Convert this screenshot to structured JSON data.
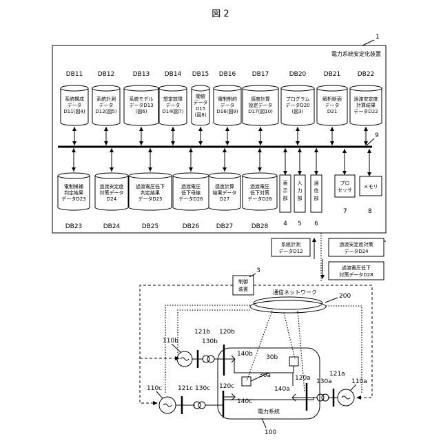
{
  "figure_title": "図 2",
  "device": {
    "ref": "1",
    "title": "電力系統安定化装置",
    "bus_ref": "9"
  },
  "top_dbs": [
    {
      "id": "DB11",
      "lines": [
        "系統構成",
        "データ",
        "D11(図4)"
      ]
    },
    {
      "id": "DB12",
      "lines": [
        "系統計測",
        "データ",
        "D12(図5)"
      ]
    },
    {
      "id": "DB13",
      "lines": [
        "系統モデル",
        "データD13",
        "(図6)"
      ]
    },
    {
      "id": "DB14",
      "lines": [
        "想定故障",
        "データ",
        "D14(図7)"
      ]
    },
    {
      "id": "DB15",
      "lines": [
        "閾値",
        "データ",
        "D15",
        "(図8)"
      ]
    },
    {
      "id": "DB16",
      "lines": [
        "電制制約",
        "データ",
        "D16(図9)"
      ]
    },
    {
      "id": "DB17",
      "lines": [
        "感度計算",
        "設定データ",
        "D17(図10)"
      ]
    },
    {
      "id": "DB20",
      "lines": [
        "プログラム",
        "データD20",
        "(図3)"
      ]
    },
    {
      "id": "DB21",
      "lines": [
        "解析断面",
        "データ",
        "D21"
      ]
    },
    {
      "id": "DB22",
      "lines": [
        "過渡安定度",
        "計算結果",
        "データD22"
      ]
    }
  ],
  "bottom_dbs": [
    {
      "id": "DB23",
      "lines": [
        "電制候補",
        "判定結果",
        "データD23"
      ]
    },
    {
      "id": "DB24",
      "lines": [
        "過渡安定度",
        "対策データ",
        "D24"
      ]
    },
    {
      "id": "DB25",
      "lines": [
        "過渡電圧低下",
        "判定結果",
        "データD25"
      ]
    },
    {
      "id": "DB26",
      "lines": [
        "過渡電圧",
        "低下母線",
        "データD26"
      ]
    },
    {
      "id": "DB27",
      "lines": [
        "感度計算",
        "結果データ",
        "D27"
      ]
    },
    {
      "id": "DB28",
      "lines": [
        "過渡電圧",
        "低下対策",
        "データD28"
      ]
    }
  ],
  "units": [
    {
      "ref": "4",
      "chars": [
        "表",
        "示",
        "部"
      ]
    },
    {
      "ref": "5",
      "chars": [
        "入",
        "力",
        "部"
      ]
    },
    {
      "ref": "6",
      "chars": [
        "通",
        "信",
        "部"
      ]
    }
  ],
  "processor": {
    "ref": "7",
    "chars": [
      "プロ",
      "セッサ"
    ]
  },
  "memory": {
    "ref": "8",
    "label": "メモリ"
  },
  "messages": [
    {
      "lines": [
        "系統計測",
        "データD12"
      ]
    },
    {
      "lines": [
        "過渡安定度対策",
        "データD24"
      ]
    },
    {
      "lines": [
        "過渡電圧低下",
        "対策データD28"
      ]
    }
  ],
  "controller": {
    "ref": "3",
    "lines": [
      "制御",
      "装置"
    ]
  },
  "network": {
    "ref": "200",
    "label": "通信ネットワーク"
  },
  "power_system": {
    "ref": "100",
    "label": "電力系統"
  },
  "grid_labels": {
    "g110a": "110a",
    "g110b": "110b",
    "g110c": "110c",
    "g121a": "121a",
    "g121b": "121b",
    "g121c": "121c",
    "g130a": "130a",
    "g130b": "130b",
    "g130c": "130c",
    "g120a": "120a",
    "g120b": "120b",
    "g120c": "120c",
    "g140a": "140a",
    "g140b": "140b",
    "g140c": "140c",
    "g30a": "30a",
    "g30b": "30b"
  }
}
